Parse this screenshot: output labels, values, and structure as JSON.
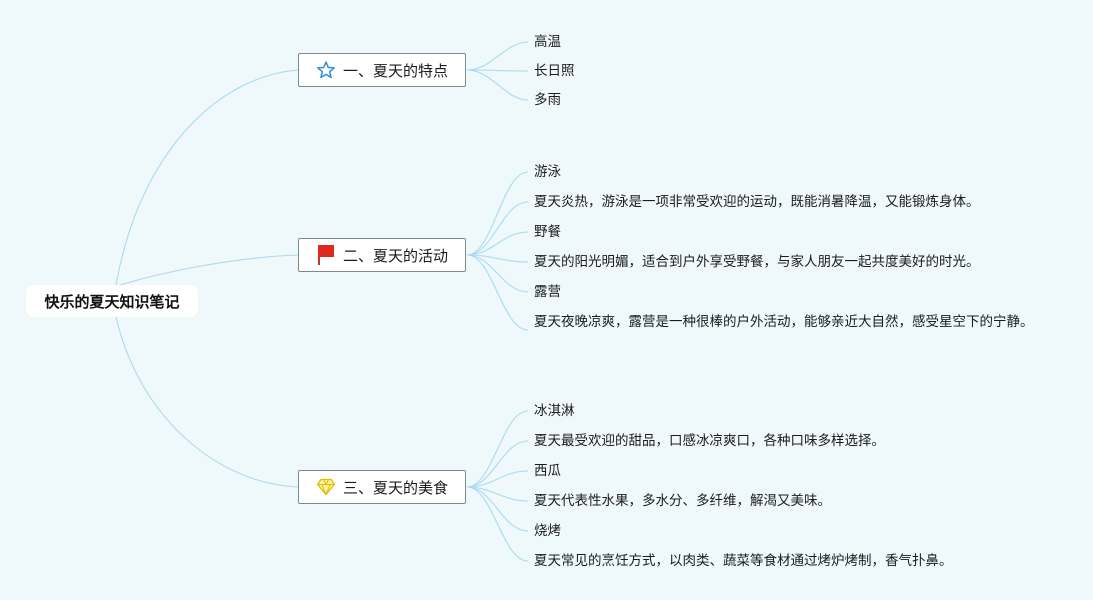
{
  "root": {
    "label": "快乐的夏天知识笔记"
  },
  "branches": [
    {
      "label": "一、夏天的特点",
      "icon": "star-icon",
      "items": [
        "高温",
        "长日照",
        "多雨"
      ]
    },
    {
      "label": "二、夏天的活动",
      "icon": "red-flag-icon",
      "items": [
        "游泳",
        "夏天炎热，游泳是一项非常受欢迎的运动，既能消暑降温，又能锻炼身体。",
        "野餐",
        "夏天的阳光明媚，适合到户外享受野餐，与家人朋友一起共度美好的时光。",
        "露营",
        "夏天夜晚凉爽，露营是一种很棒的户外活动，能够亲近大自然，感受星空下的宁静。"
      ]
    },
    {
      "label": "三、夏天的美食",
      "icon": "diamond-icon",
      "items": [
        "冰淇淋",
        "夏天最受欢迎的甜品，口感冰凉爽口，各种口味多样选择。",
        "西瓜",
        "夏天代表性水果，多水分、多纤维，解渴又美味。",
        "烧烤",
        "夏天常见的烹饪方式，以肉类、蔬菜等食材通过烤炉烤制，香气扑鼻。"
      ]
    }
  ],
  "colors": {
    "background": "#eff8fa",
    "connector": "#a9dbef"
  }
}
